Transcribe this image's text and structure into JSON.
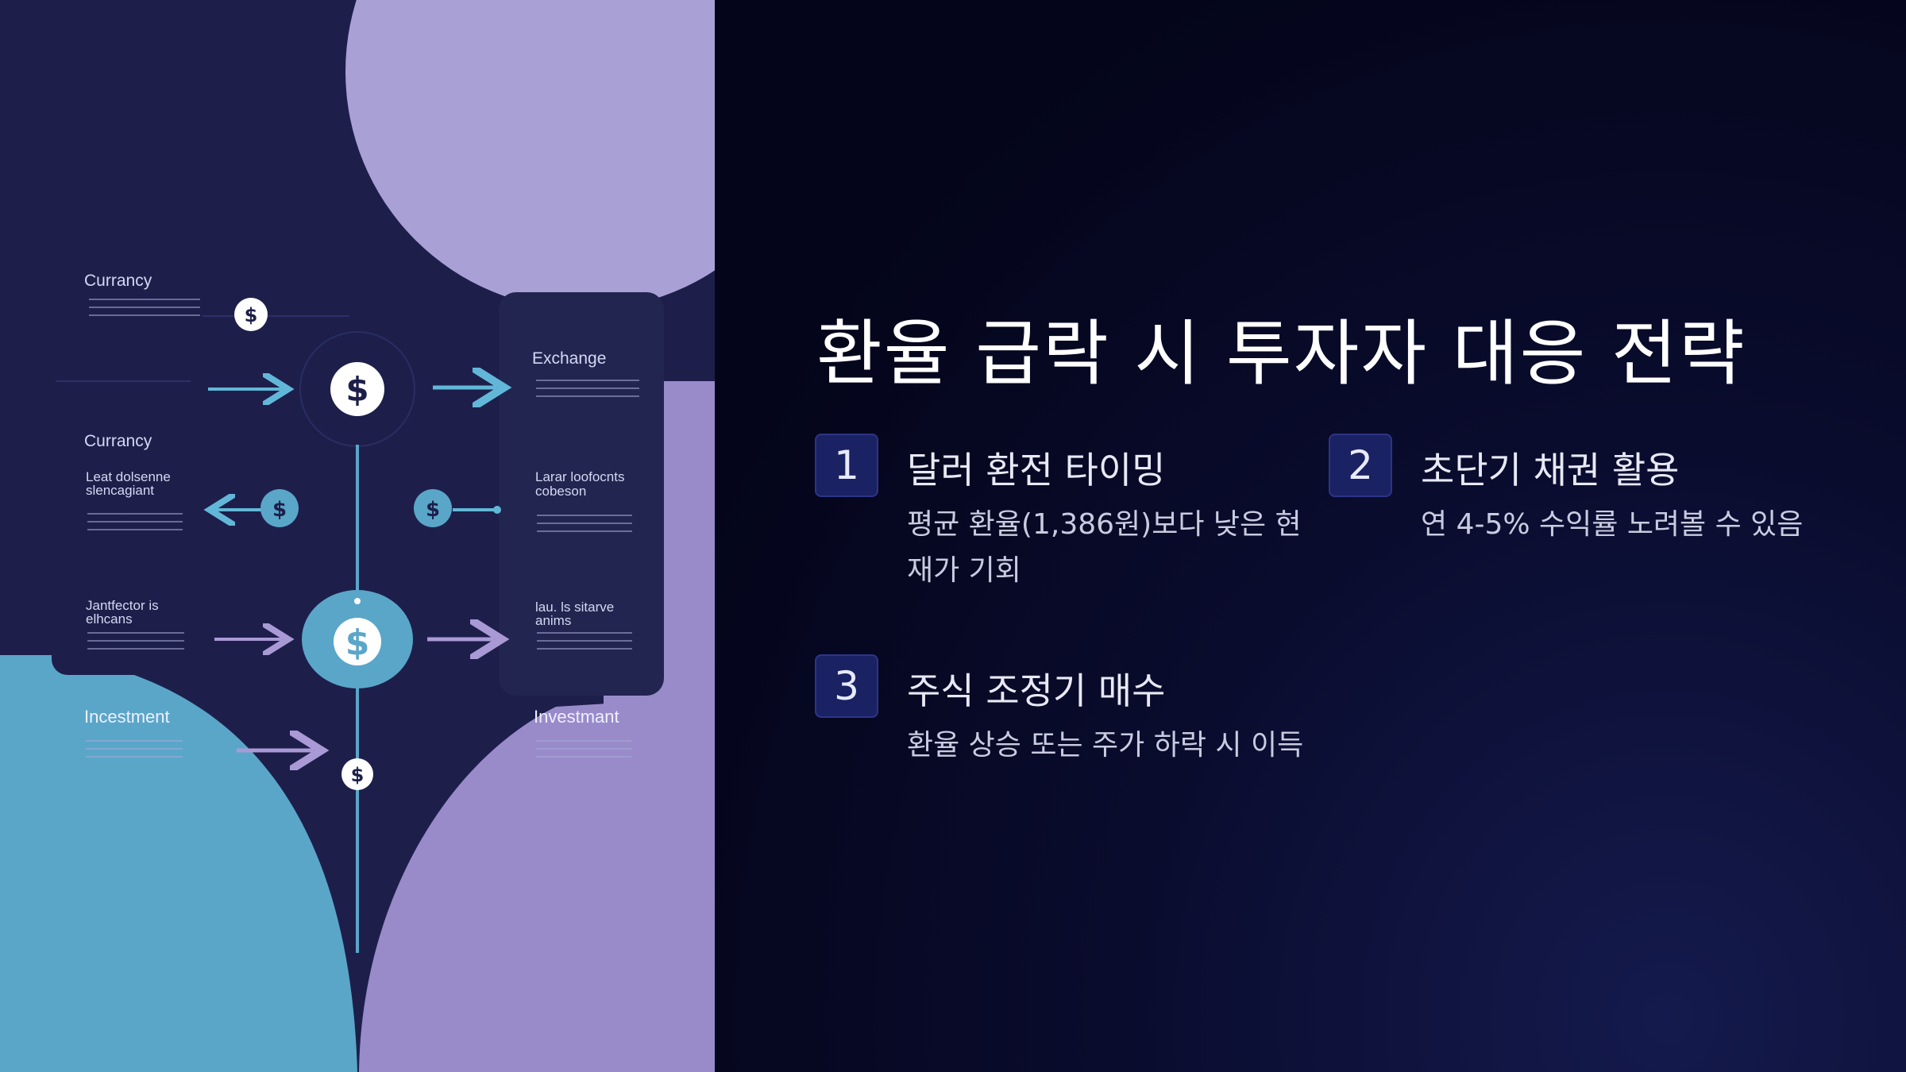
{
  "slide": {
    "title": "환율 급락 시 투자자 대응 전략",
    "items": [
      {
        "number": "1",
        "title": "달러 환전 타이밍",
        "description": "평균 환율(1,386원)보다 낮은 현재가 기회"
      },
      {
        "number": "2",
        "title": "초단기 채권 활용",
        "description": "연 4-5% 수익률 노려볼 수 있음"
      },
      {
        "number": "3",
        "title": "주식 조정기 매수",
        "description": "환율 상승 또는 주가 하락 시 이득"
      }
    ]
  },
  "illustration": {
    "labels": {
      "currency_1": "Currancy",
      "currency_2": "Currancy",
      "exchange": "Exchange",
      "left_mid_1": "Leat dolsenne",
      "left_mid_2": "slencagiant",
      "left_low_1": "Jantfector is",
      "left_low_2": "elhcans",
      "investment_left": "Incestment",
      "right_mid_1": "Larar loofocnts",
      "right_mid_2": "cobeson",
      "right_low_1": "lau. ls sitarve",
      "right_low_2": "anims",
      "investment_right": "Investmant"
    },
    "coin_symbol": "$",
    "colors": {
      "navy": "#1d1f4a",
      "lavender": "#a9a1d6",
      "purple": "#9a8ccb",
      "teal": "#5aa6c9",
      "card": "#22254f"
    }
  },
  "theme": {
    "background": "#05061a",
    "badge": "#1a2263",
    "title_color": "#ffffff"
  }
}
